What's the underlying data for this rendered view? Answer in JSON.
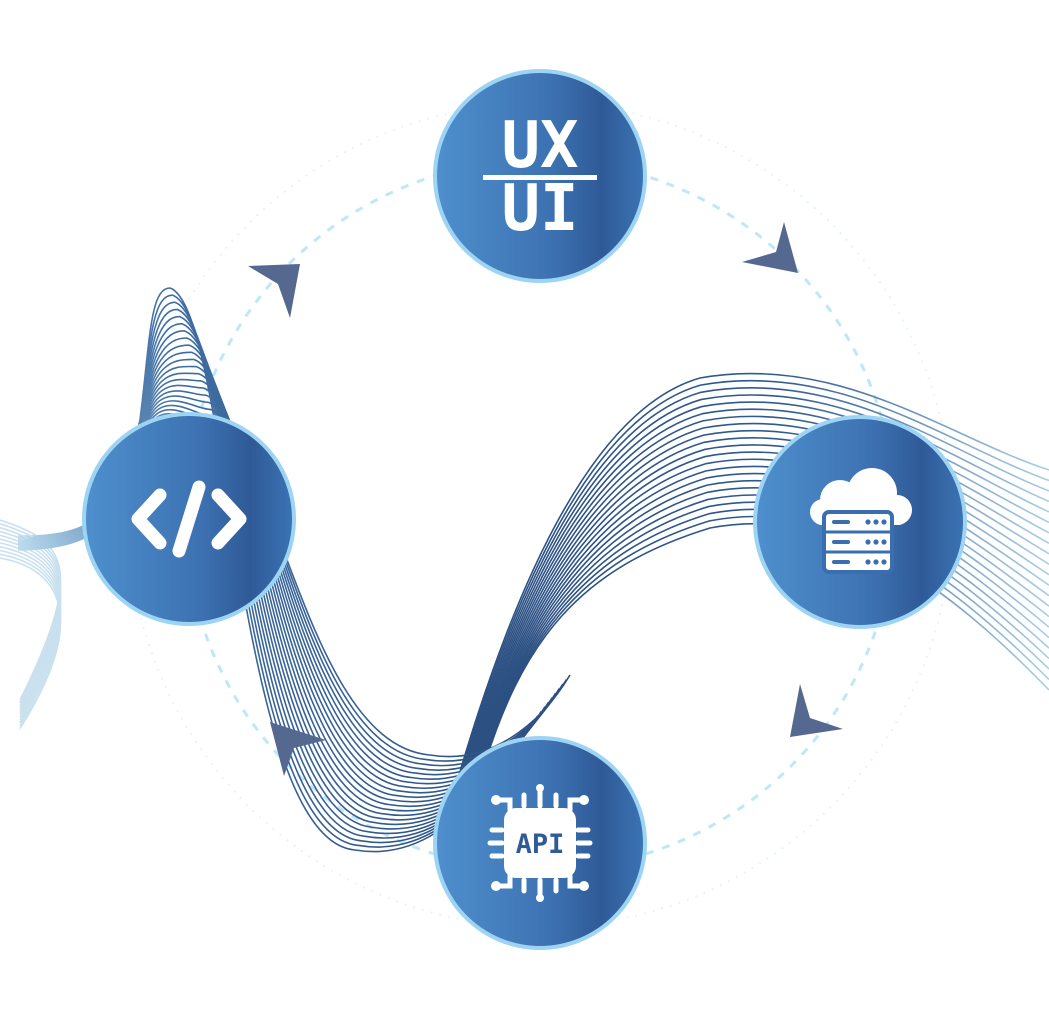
{
  "colors": {
    "node_light": "#4f8fcc",
    "node_dark": "#2f5b98",
    "node_ring": "#9ed4f3",
    "orbit": "#c6ecf8",
    "wave": "#2c4f80",
    "chevron": "#55688f",
    "icon": "#ffffff"
  },
  "nodes": [
    {
      "id": "uxui",
      "icon": "ux-ui-icon",
      "top": "UX",
      "bottom": "UI"
    },
    {
      "id": "server",
      "icon": "cloud-server-icon"
    },
    {
      "id": "api",
      "icon": "api-chip-icon",
      "label": "API"
    },
    {
      "id": "code",
      "icon": "code-brackets-icon"
    }
  ]
}
